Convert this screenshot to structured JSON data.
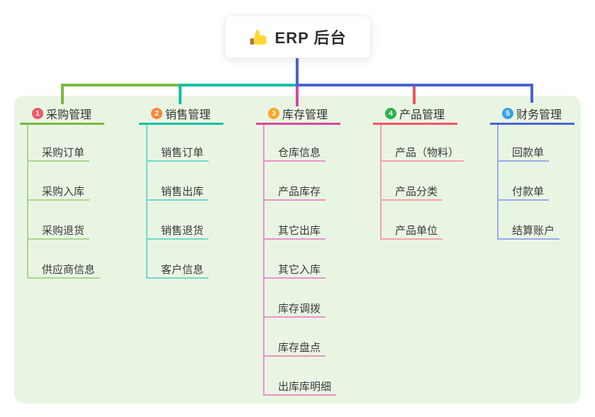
{
  "root": {
    "title": "ERP 后台",
    "icon": "thumbs-up-icon"
  },
  "colors": {
    "panel_background": "#e9f5e3",
    "root_connector": "#4a63d4",
    "node_background": "#ffffff",
    "text": "#333333"
  },
  "branches": [
    {
      "badge": "1",
      "label": "采购管理",
      "badge_color": "#f2596b",
      "line_color": "#7cb93e",
      "light_color": "#abd58e",
      "children": [
        "采购订单",
        "采购入库",
        "采购退货",
        "供应商信息"
      ]
    },
    {
      "badge": "2",
      "label": "销售管理",
      "badge_color": "#f78a3d",
      "line_color": "#16bfa6",
      "light_color": "#72d8c9",
      "children": [
        "销售订单",
        "销售出库",
        "销售退货",
        "客户信息"
      ]
    },
    {
      "badge": "3",
      "label": "库存管理",
      "badge_color": "#f7a923",
      "line_color": "#d8489f",
      "light_color": "#ec92c8",
      "children": [
        "仓库信息",
        "产品库存",
        "其它出库",
        "其它入库",
        "库存调拨",
        "库存盘点",
        "出库库明细"
      ]
    },
    {
      "badge": "4",
      "label": "产品管理",
      "badge_color": "#2cb24c",
      "line_color": "#f25463",
      "light_color": "#f8a0ab",
      "children": [
        "产品（物料）",
        "产品分类",
        "产品单位"
      ]
    },
    {
      "badge": "5",
      "label": "财务管理",
      "badge_color": "#38a1e8",
      "line_color": "#4a63d4",
      "light_color": "#97a9ea",
      "children": [
        "回款单",
        "付款单",
        "结算账户"
      ]
    }
  ]
}
